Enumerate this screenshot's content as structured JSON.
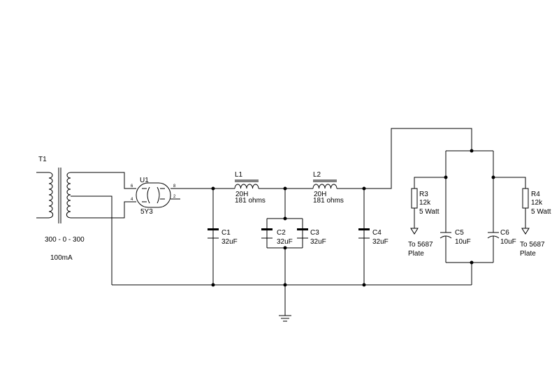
{
  "schematic": {
    "transformer": {
      "ref": "T1",
      "rating": "300 - 0 - 300",
      "current": "100mA"
    },
    "rectifier": {
      "ref": "U1",
      "value": "5Y3",
      "pins": [
        "6",
        "4",
        "8",
        "2"
      ]
    },
    "inductors": [
      {
        "ref": "L1",
        "value": "20H",
        "resistance": "181 ohms"
      },
      {
        "ref": "L2",
        "value": "20H",
        "resistance": "181 ohms"
      }
    ],
    "capacitors": [
      {
        "ref": "C1",
        "value": "32uF"
      },
      {
        "ref": "C2",
        "value": "32uF"
      },
      {
        "ref": "C3",
        "value": "32uF"
      },
      {
        "ref": "C4",
        "value": "32uF"
      },
      {
        "ref": "C5",
        "value": "10uF"
      },
      {
        "ref": "C6",
        "value": "10uF"
      }
    ],
    "resistors": [
      {
        "ref": "R3",
        "value": "12k",
        "power": "5 Watt",
        "to_line1": "To 5687",
        "to_line2": "Plate"
      },
      {
        "ref": "R4",
        "value": "12k",
        "power": "5 Watt",
        "to_line1": "To 5687",
        "to_line2": "Plate"
      }
    ]
  }
}
